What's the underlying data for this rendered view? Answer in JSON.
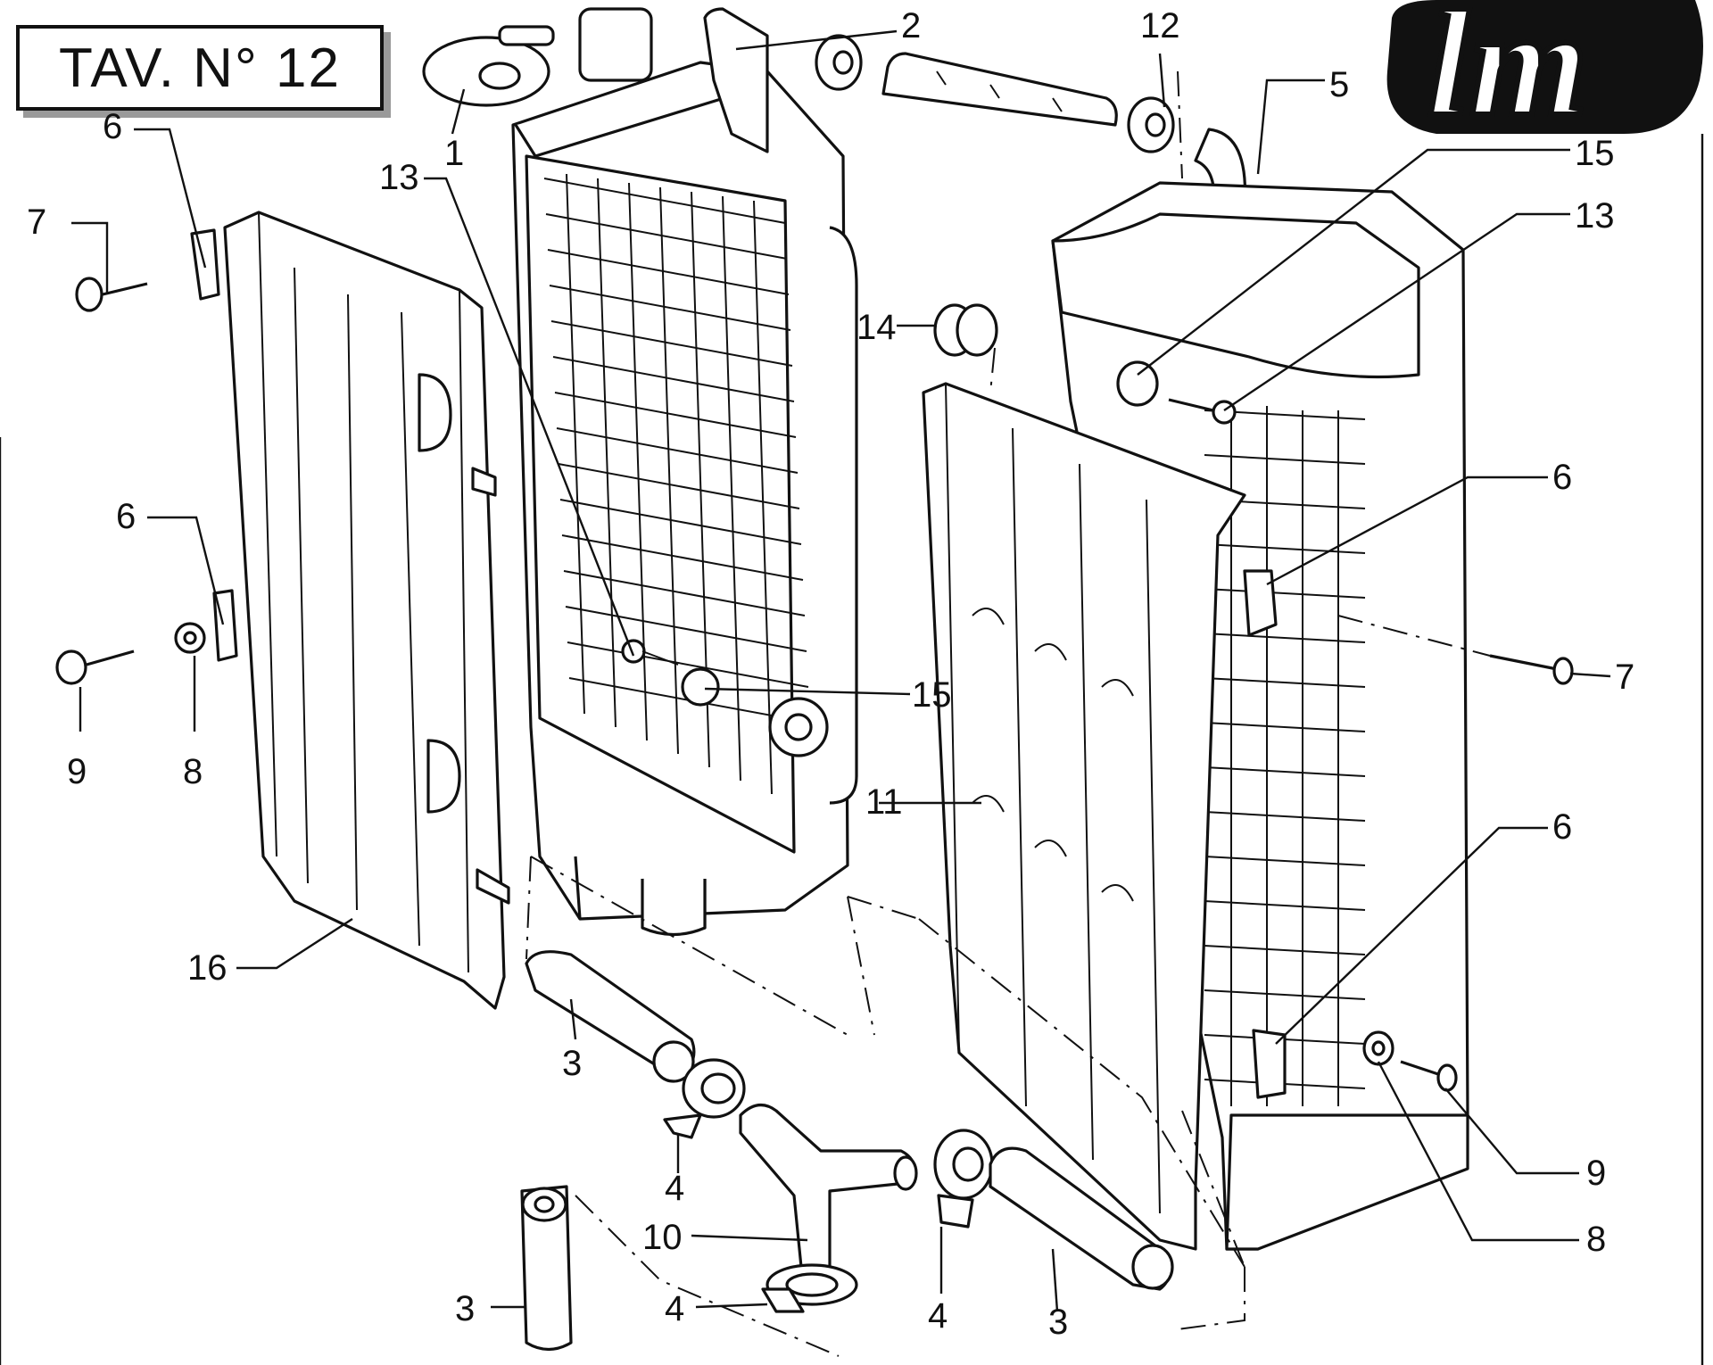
{
  "sheet": {
    "title": "TAV. N° 12",
    "brand": "lm"
  },
  "callouts": [
    {
      "id": "c1",
      "text": "1"
    },
    {
      "id": "c2",
      "text": "2"
    },
    {
      "id": "c12",
      "text": "12"
    },
    {
      "id": "c5",
      "text": "5"
    },
    {
      "id": "c15a",
      "text": "15"
    },
    {
      "id": "c13a",
      "text": "13"
    },
    {
      "id": "c6a",
      "text": "6"
    },
    {
      "id": "c7a",
      "text": "7"
    },
    {
      "id": "c13b",
      "text": "13"
    },
    {
      "id": "c14",
      "text": "14"
    },
    {
      "id": "c6b",
      "text": "6"
    },
    {
      "id": "c9a",
      "text": "9"
    },
    {
      "id": "c8a",
      "text": "8"
    },
    {
      "id": "c15b",
      "text": "15"
    },
    {
      "id": "c6c",
      "text": "6"
    },
    {
      "id": "c7b",
      "text": "7"
    },
    {
      "id": "c11",
      "text": "11"
    },
    {
      "id": "c6d",
      "text": "6"
    },
    {
      "id": "c16",
      "text": "16"
    },
    {
      "id": "c3a",
      "text": "3"
    },
    {
      "id": "c4a",
      "text": "4"
    },
    {
      "id": "c10",
      "text": "10"
    },
    {
      "id": "c4b",
      "text": "4"
    },
    {
      "id": "c3b",
      "text": "3"
    },
    {
      "id": "c4c",
      "text": "4"
    },
    {
      "id": "c3c",
      "text": "3"
    },
    {
      "id": "c9b",
      "text": "9"
    },
    {
      "id": "c8b",
      "text": "8"
    }
  ],
  "colors": {
    "ink": "#111111",
    "paper": "#ffffff",
    "shadow": "#9a9a9a"
  }
}
